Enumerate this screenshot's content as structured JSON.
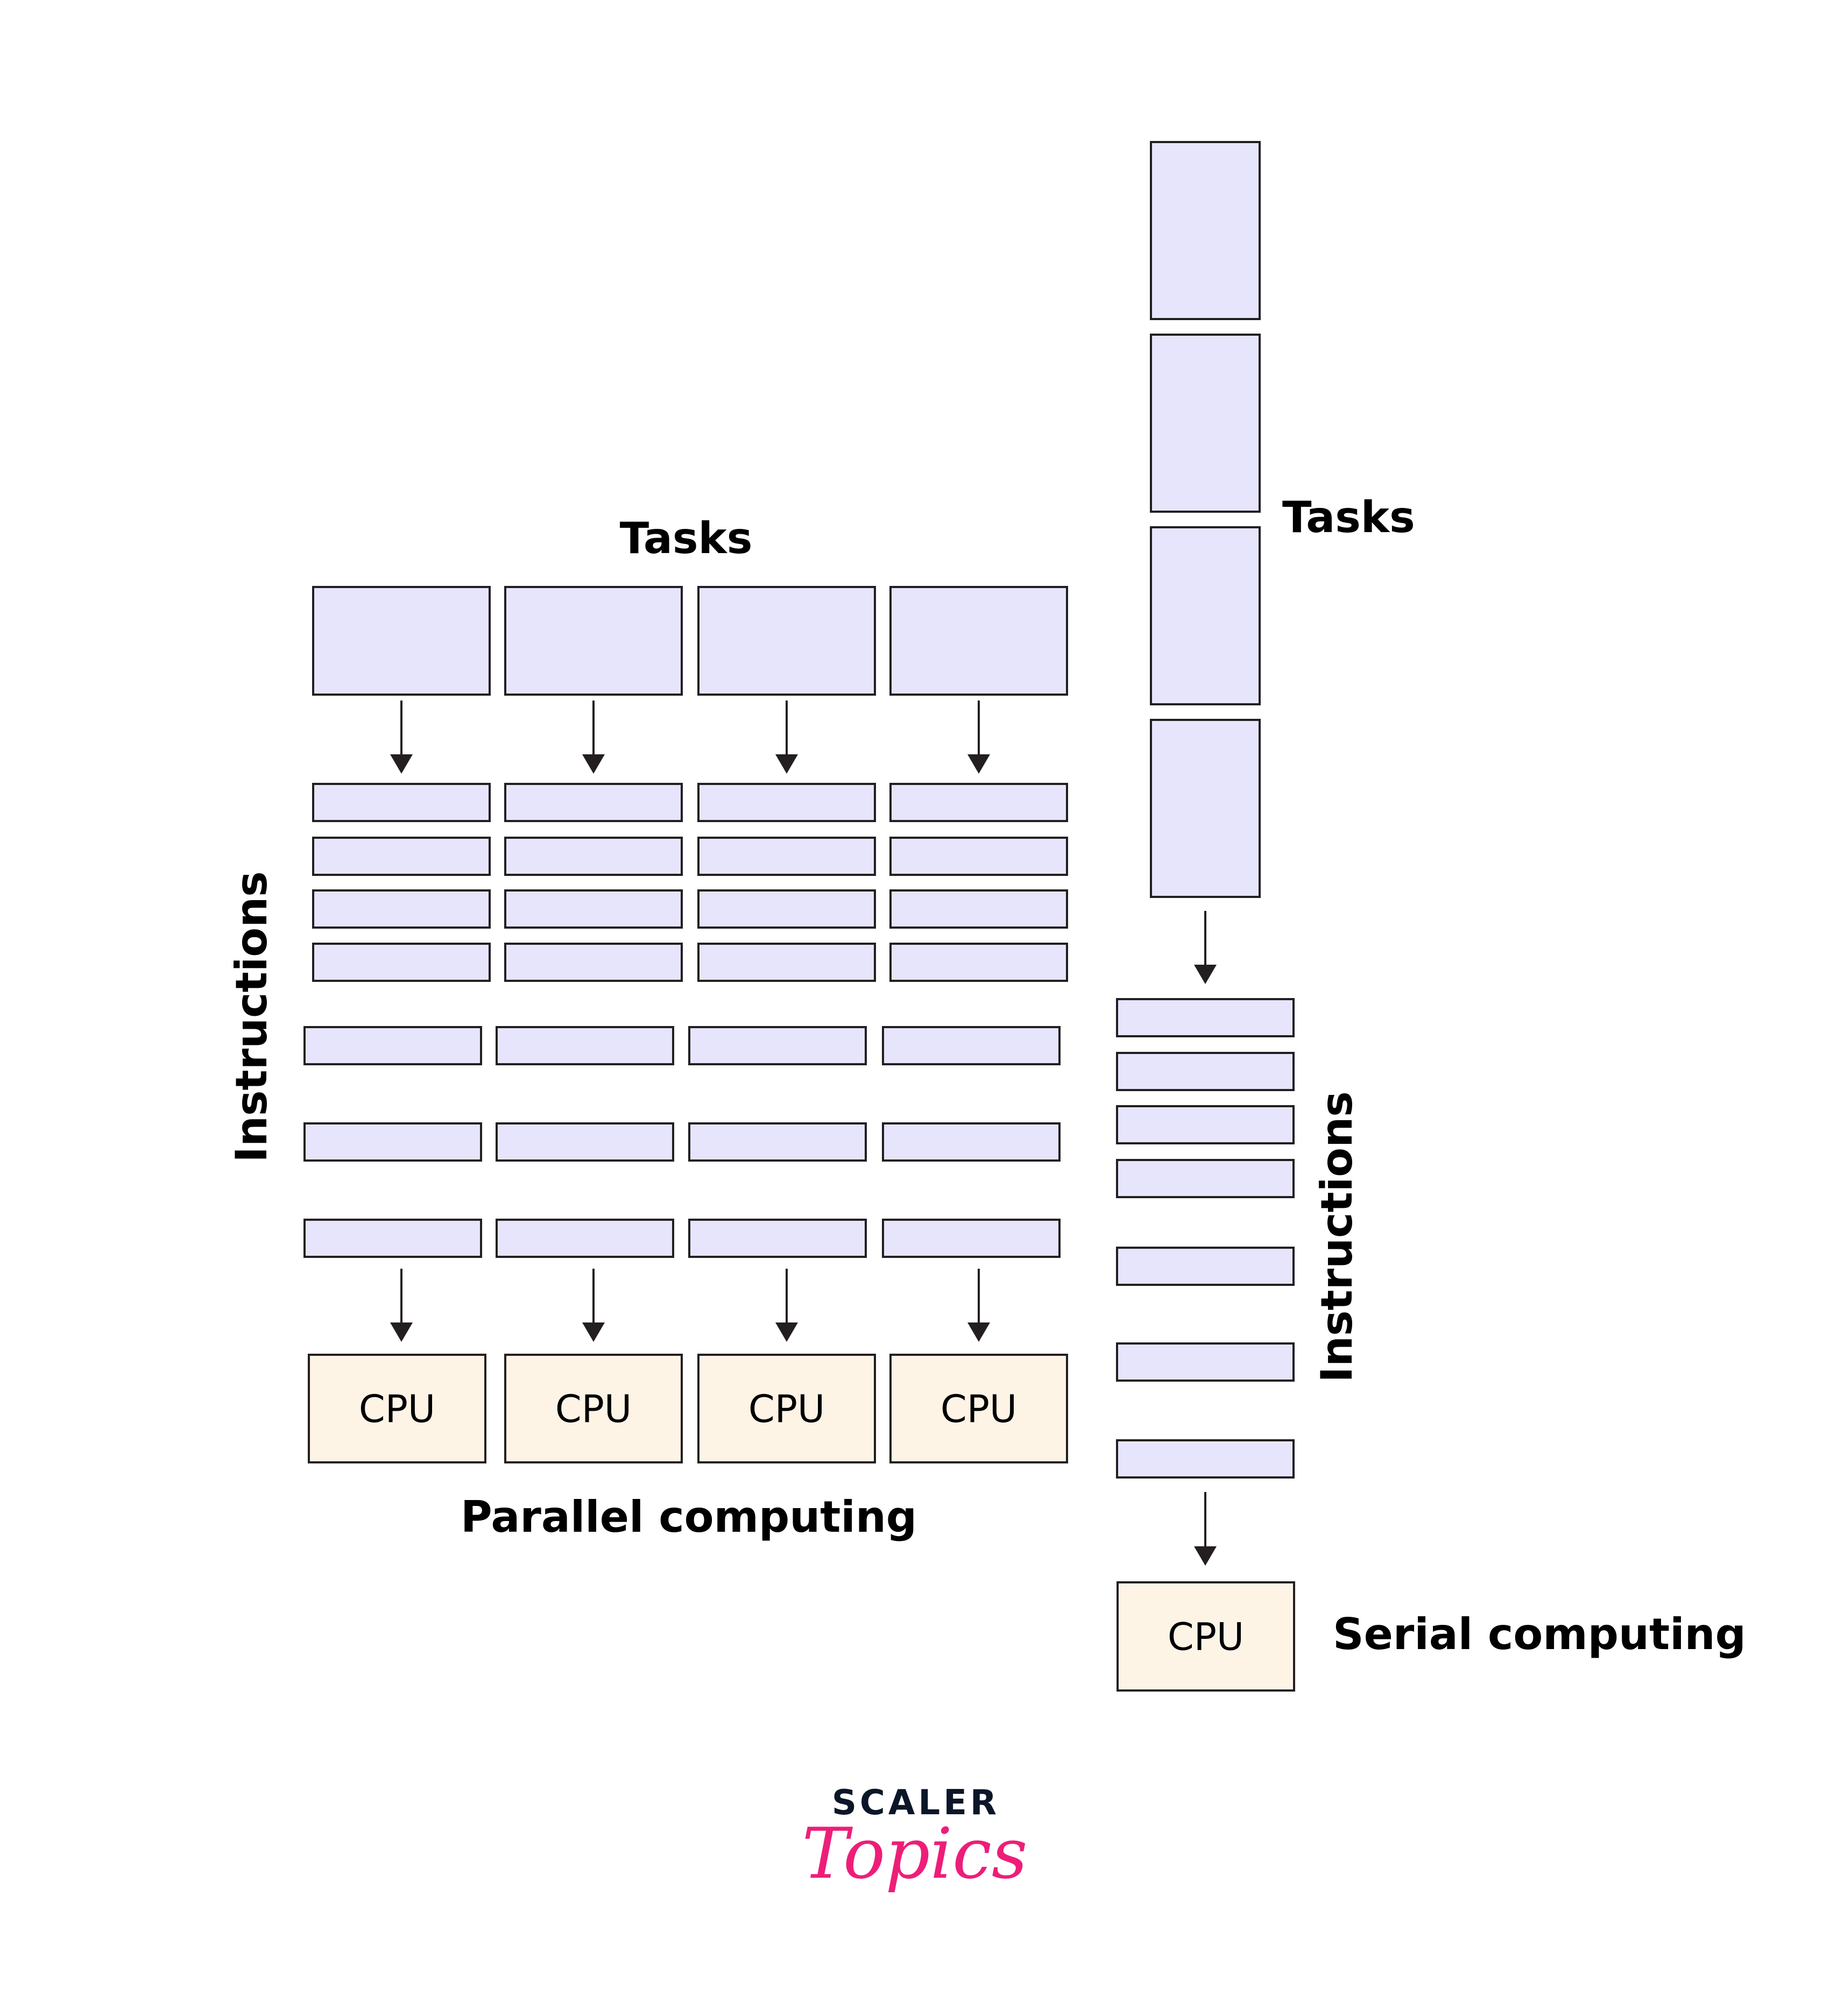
{
  "parallel": {
    "title": "Parallel computing",
    "tasks_label": "Tasks",
    "instructions_label": "Instructions",
    "columns": 4,
    "tasks_per_column": 1,
    "instructions_per_column": 7,
    "cpus": [
      "CPU",
      "CPU",
      "CPU",
      "CPU"
    ]
  },
  "serial": {
    "title": "Serial computing",
    "tasks_label": "Tasks",
    "instructions_label": "Instructions",
    "tasks": 4,
    "instructions": 7,
    "cpu": "CPU"
  },
  "logo": {
    "brand": "SCALER",
    "sub": "Topics"
  },
  "colors": {
    "task_fill": "#e6e5fc",
    "cpu_fill": "#fdf4e6",
    "stroke": "#231f20",
    "brand_dark": "#0b1629",
    "brand_pink": "#ed1e79"
  }
}
